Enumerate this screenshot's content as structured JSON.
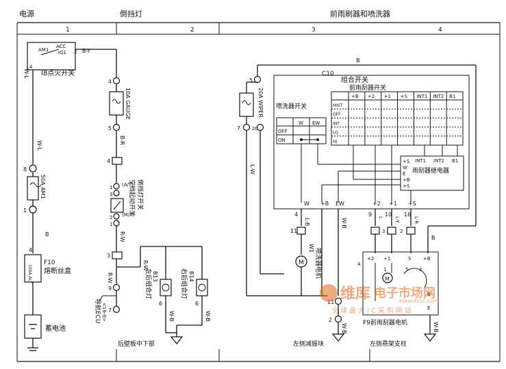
{
  "header": {
    "sections": [
      "电源",
      "倒挡灯",
      "前雨刷器和喷洗器"
    ],
    "columns": [
      "1",
      "2",
      "3",
      "4"
    ]
  },
  "power": {
    "ignition_switch": "I8点火开关",
    "acc": "ACC",
    "ig1": "IG1",
    "am1": "AM1",
    "pin2": "2",
    "pin4": "4",
    "wire_by": "B-Y",
    "wire_wl_top": "W-L",
    "wire_wl_mid": "W-L",
    "pin8": "8",
    "pin1": "1",
    "fuse_50a": "50A AM1",
    "wire_b": "B",
    "pin4b": "4",
    "fuse_box": "F10",
    "fuse_box_label": "熔断丝盒",
    "fuse_100a": "100A ALT",
    "battery": "蓄电池"
  },
  "backup": {
    "pin4": "4",
    "fuse_gauge": "10A GAUGE",
    "pin5": "5",
    "wire_br": "B-R",
    "pin4b": "4",
    "pin1_at": "1",
    "at": "(A/T)",
    "switch_label": "空档起动开关",
    "switch_label2": "倒挡灯开关",
    "pin3_at": "3",
    "pin2_at": "2",
    "mt": "(M/T)",
    "pin1_mt": "1",
    "wire_rw": "R-W",
    "pin3": "3",
    "pin9": "9",
    "pin7": "7",
    "wire_rw2": "R-W",
    "wire_rw3": "R-W",
    "ecu": "导航ECU",
    "ecu_sub": "<19-6>",
    "b13": "B13",
    "b13_label": "左后组合灯",
    "b14": "B14",
    "b14_label": "右后组合灯",
    "pin6a": "6",
    "pin6b": "6",
    "wire_wb1": "W-B",
    "wire_wb2": "W-B",
    "ground": "后壁板中下部"
  },
  "wiper": {
    "pin5": "5",
    "fuse_wiper": "20A WIPER",
    "pin7": "7",
    "pin20": "20",
    "wire_b": "B",
    "wire_lw": "L-W",
    "c10": "C10",
    "combo_switch": "组合开关",
    "wiper_switch": "前雨刮器开关",
    "washer_switch": "喷洗器开关",
    "grid_cols": [
      "+B",
      "+2",
      "+1",
      "+S",
      "INT1",
      "INT2",
      "B1"
    ],
    "grid_rows": [
      "MIST",
      "OFF",
      "INT",
      "LO",
      "HI"
    ],
    "washer_cols": [
      "W",
      "EW"
    ],
    "washer_rows": [
      "OFF",
      "ON"
    ],
    "relay": "雨刮器继电器",
    "relay_pins": [
      "+S",
      "W",
      "E",
      "+B",
      "+S"
    ],
    "relay_cols": [
      "INT1",
      "INT2",
      "B1"
    ],
    "wire_labels": [
      "W",
      "+B",
      "EW",
      "+2",
      "+1",
      "+S"
    ],
    "pin4": "4",
    "pin11": "11",
    "pin9": "9",
    "pin10": "10",
    "pin3": "3",
    "pin2": "2",
    "pin16": "16",
    "wire_lb": "L-B",
    "wire_wb": "W-B",
    "wire_l": "L",
    "wire_ly": "L-Y",
    "wire_lr": "L-R",
    "wire_l2": "L",
    "wire_b2": "B",
    "washer_motor": "W1",
    "washer_motor_label": "喷洗器电机",
    "motor_pins": [
      "+2",
      "+1",
      "S",
      "+B",
      "B",
      "E"
    ],
    "motor_label": "F9前雨刮器电机",
    "pin11b": "11",
    "pin2b": "2",
    "ground_left": "左侧减振块",
    "ground_right": "左侧悬架支柱",
    "wire_wb3": "W-B",
    "pin1": "1",
    "pin5b": "5",
    "pin4c": "4",
    "pin2c": "2"
  },
  "watermark": {
    "brand": "维库",
    "brand2": "电子市场网",
    "url": "www.dzsc.com",
    "slogan": "全球最大IC采购网站"
  }
}
